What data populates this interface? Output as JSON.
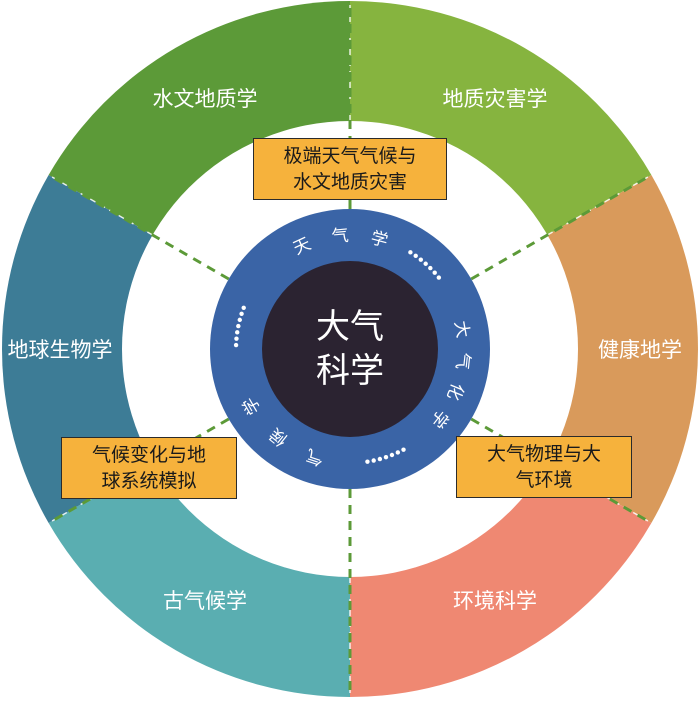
{
  "center": {
    "line1": "大气",
    "line2": "科学"
  },
  "inner_ring": {
    "branches": [
      {
        "id": "meteorology",
        "text": "天气学"
      },
      {
        "id": "chemistry",
        "text": "大气化学"
      },
      {
        "id": "climatology",
        "text": "气候学"
      }
    ]
  },
  "outer_ring": {
    "segments": [
      {
        "id": "hydrogeology",
        "label": "水文地质学",
        "color": "#5c9a38"
      },
      {
        "id": "geohazards",
        "label": "地质灾害学",
        "color": "#86b43f"
      },
      {
        "id": "health-geography",
        "label": "健康地学",
        "color": "#d99a5b"
      },
      {
        "id": "environmental-science",
        "label": "环境科学",
        "color": "#ef8872"
      },
      {
        "id": "paleoclimatology",
        "label": "古气候学",
        "color": "#5aaeb1"
      },
      {
        "id": "geobiology",
        "label": "地球生物学",
        "color": "#3d7c96"
      }
    ]
  },
  "overlap_boxes": [
    {
      "id": "extreme-weather",
      "line1": "极端天气气候与",
      "line2": "水文地质灾害"
    },
    {
      "id": "climate-modeling",
      "line1": "气候变化与地",
      "line2": "球系统模拟"
    },
    {
      "id": "atmospheric-physics",
      "line1": "大气物理与大",
      "line2": "气环境"
    }
  ],
  "colors": {
    "inner_ring": "#3a64a6",
    "core": "#2b2331",
    "box_fill": "#f6b23c",
    "connector": "#5c9a38"
  }
}
